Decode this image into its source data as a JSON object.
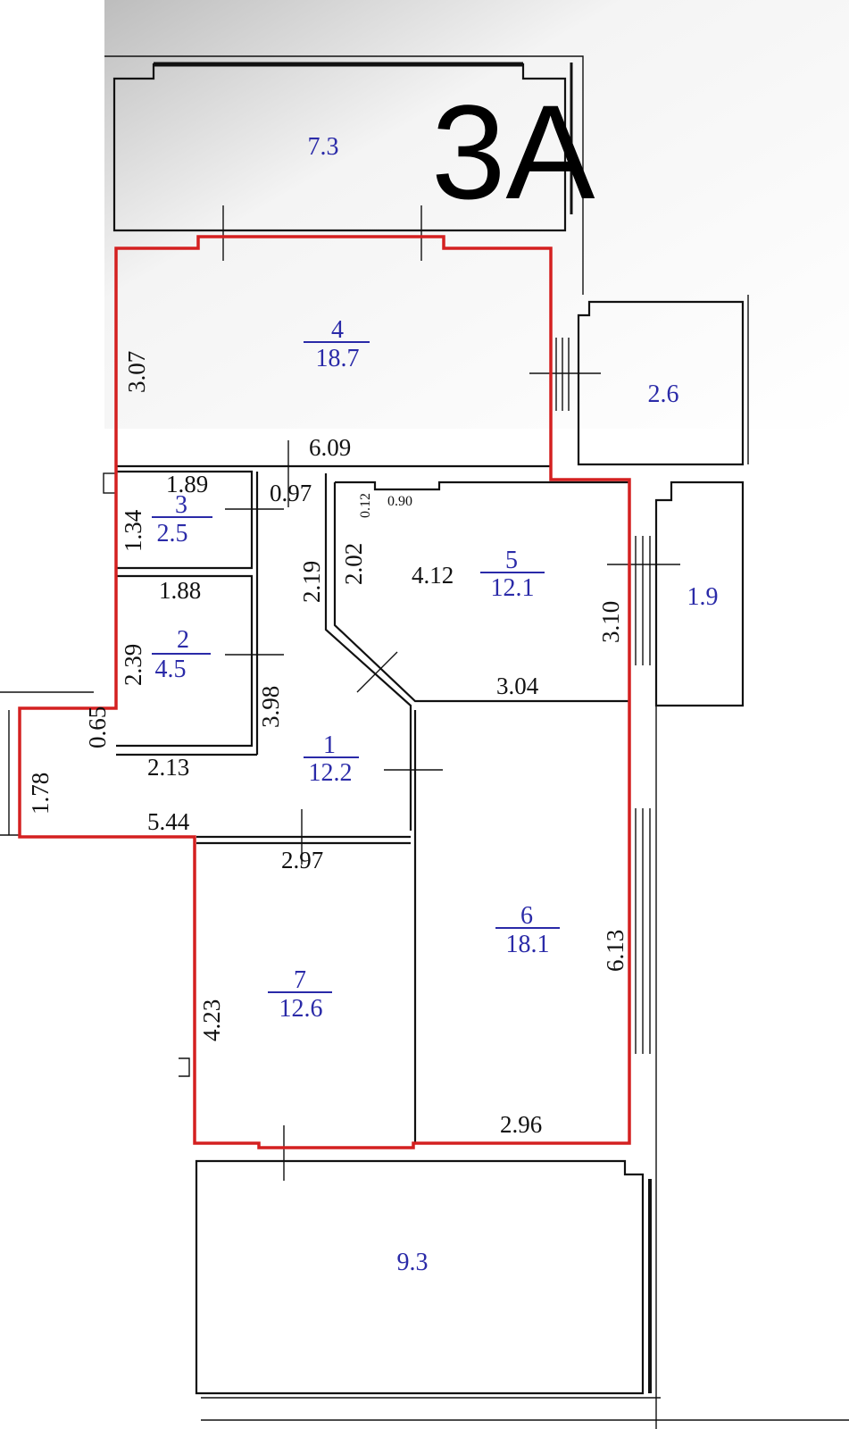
{
  "title": "3A",
  "balconies": {
    "top": "7.3",
    "right_upper": "2.6",
    "right_lower": "1.9",
    "bottom": "9.3"
  },
  "rooms": [
    {
      "number": "1",
      "area": "12.2"
    },
    {
      "number": "2",
      "area": "4.5"
    },
    {
      "number": "3",
      "area": "2.5"
    },
    {
      "number": "4",
      "area": "18.7"
    },
    {
      "number": "5",
      "area": "12.1"
    },
    {
      "number": "6",
      "area": "18.1"
    },
    {
      "number": "7",
      "area": "12.6"
    }
  ],
  "dimensions": {
    "d307": "3.07",
    "d609": "6.09",
    "d189": "1.89",
    "d097": "0.97",
    "d134": "1.34",
    "d012": "0.12",
    "d090": "0.90",
    "d202": "2.02",
    "d219": "2.19",
    "d412": "4.12",
    "d310": "3.10",
    "d188": "1.88",
    "d239": "2.39",
    "d398": "3.98",
    "d304": "3.04",
    "d065": "0.65",
    "d213": "2.13",
    "d178": "1.78",
    "d544": "5.44",
    "d297": "2.97",
    "d613": "6.13",
    "d423": "4.23",
    "d296": "2.96"
  }
}
